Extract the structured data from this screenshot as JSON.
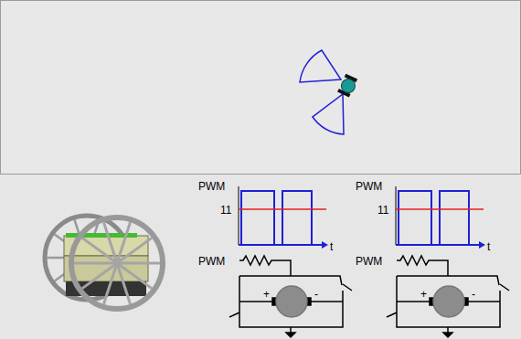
{
  "diagram": {
    "labels": [
      "PWM",
      "11",
      "t",
      "PWM",
      "11",
      "t",
      "PWM",
      "+",
      "-",
      "PWM",
      "+",
      "-"
    ]
  }
}
